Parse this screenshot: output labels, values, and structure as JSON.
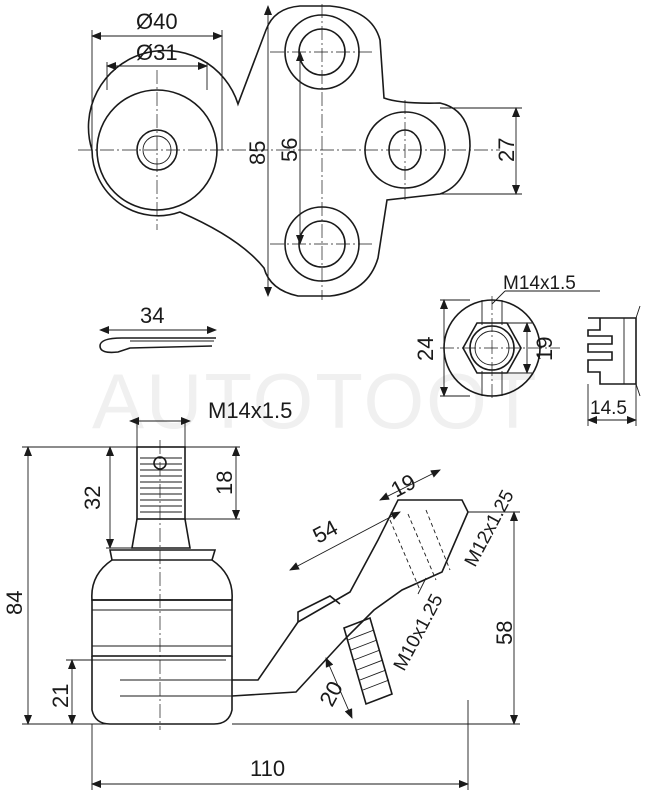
{
  "watermark": "AUTOTOOT",
  "dimensions": {
    "flange_outer_dia": "Ø40",
    "flange_inner_dia": "Ø31",
    "flange_height": "85",
    "hole_spacing": "56",
    "side_hole_height": "27",
    "cotter_pin_length": "34",
    "nut_thread": "M14x1.5",
    "nut_across_corners": "24",
    "nut_across_flats": "19",
    "nut_height": "14.5",
    "stud_thread": "M14x1.5",
    "stud_length": "32",
    "stud_thread_length": "18",
    "total_height": "84",
    "body_lower_height": "21",
    "arm_length": "54",
    "arm_tip_length": "19",
    "arm_thread": "M12x1.25",
    "bolt_thread": "M10x1.25",
    "bolt_length": "20",
    "overall_height_right": "58",
    "overall_width": "110"
  }
}
